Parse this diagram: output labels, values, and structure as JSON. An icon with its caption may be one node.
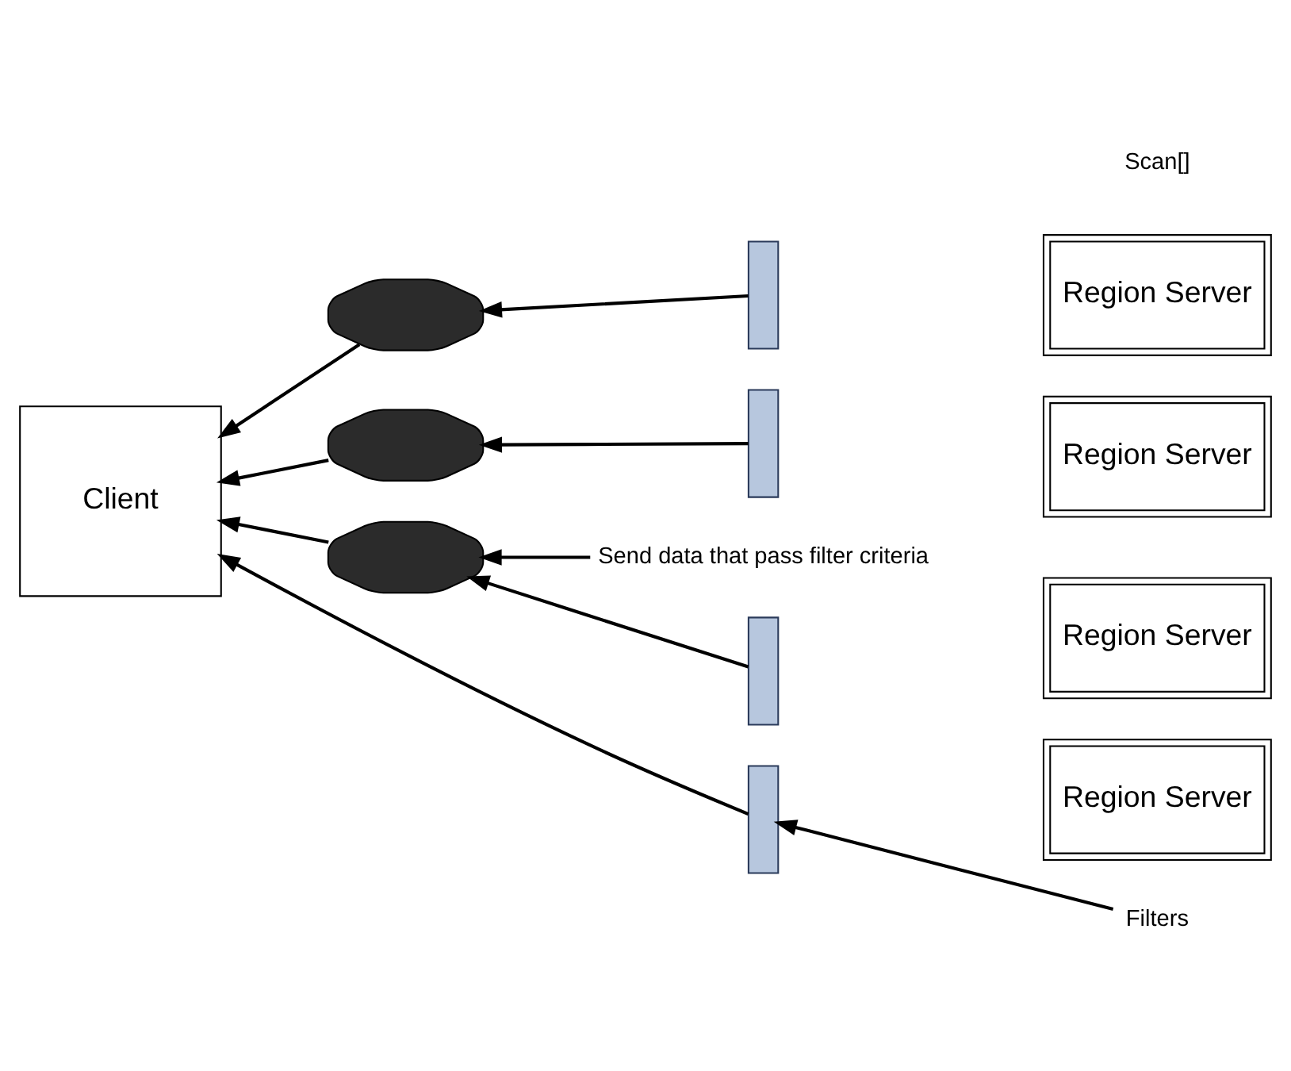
{
  "diagram": {
    "nodes": [
      {
        "text": [
          "Client"
        ]
      },
      {
        "text": [
          "Region Server"
        ]
      },
      {
        "text": [
          "Region Server"
        ]
      },
      {
        "text": [
          "Region Server"
        ]
      },
      {
        "text": [
          "Region Server"
        ]
      },
      {
        "text": [],
        "shape": "bar"
      },
      {
        "text": [],
        "shape": "bar"
      },
      {
        "text": [],
        "shape": "bar"
      },
      {
        "text": [],
        "shape": "bar"
      },
      {
        "text": [],
        "shape": "box"
      },
      {
        "text": [],
        "shape": "box"
      },
      {
        "text": [],
        "shape": "box"
      },
      {
        "text": [
          "Send data that pass filter criteria"
        ]
      },
      {
        "text": [
          "Filters"
        ]
      }
    ],
    "edges": [
      {
        "from": 5,
        "to": 9,
        "arrow": "to"
      },
      {
        "from": 9,
        "to": 0,
        "arrow": "to"
      },
      {
        "from": 6,
        "to": 10,
        "arrow": "to"
      },
      {
        "from": 10,
        "to": 0,
        "arrow": "to"
      },
      {
        "from": 7,
        "to": 11,
        "arrow": "to"
      },
      {
        "from": 11,
        "to": 0,
        "arrow": "to"
      },
      {
        "from": 8,
        "to": 0,
        "arrow": "to"
      },
      {
        "from": 12,
        "to": 11,
        "arrow": "to"
      },
      {
        "from": 13,
        "to": 8,
        "arrow": "to"
      }
    ],
    "labels": [
      "Scan[]"
    ]
  }
}
